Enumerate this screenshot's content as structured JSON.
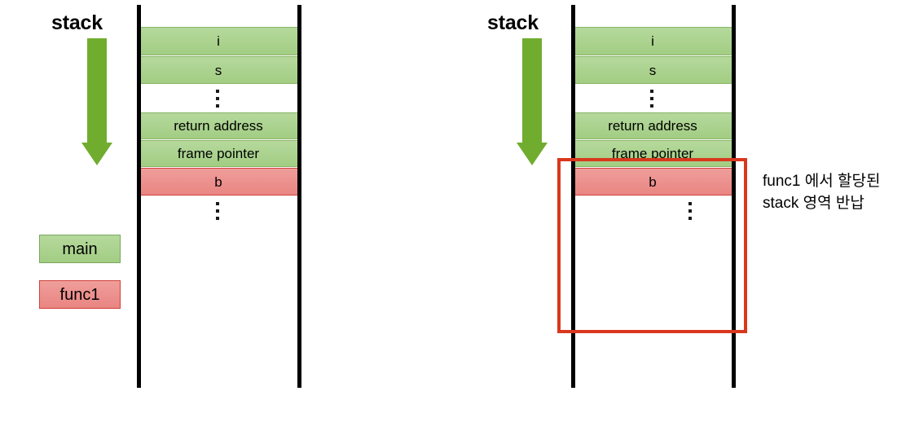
{
  "diagram": {
    "title_left": "stack",
    "title_right": "stack",
    "arrow_icon": "down-arrow-icon",
    "ellipsis_icon": "vertical-ellipsis-icon",
    "colors": {
      "green_fill": "#a9d18e",
      "green_border": "#87b564",
      "red_fill": "#ea8f8c",
      "red_border": "#d1413c",
      "arrow_green": "#70ad2f",
      "highlight_red": "#d9381e",
      "rail_black": "#000000"
    }
  },
  "left_stack": {
    "name": "before-return",
    "cells": [
      {
        "label": "i",
        "owner": "main",
        "color": "green",
        "spellcheck_underline": true
      },
      {
        "label": "s",
        "owner": "main",
        "color": "green",
        "spellcheck_underline": false
      },
      {
        "label": "",
        "owner": "gap",
        "color": "none",
        "spellcheck_underline": false
      },
      {
        "label": "return address",
        "owner": "main",
        "color": "green",
        "spellcheck_underline": false
      },
      {
        "label": "frame pointer",
        "owner": "main",
        "color": "green",
        "spellcheck_underline": false
      },
      {
        "label": "b",
        "owner": "func1",
        "color": "red",
        "spellcheck_underline": false
      }
    ]
  },
  "right_stack": {
    "name": "after-return",
    "cells": [
      {
        "label": "i",
        "owner": "main",
        "color": "green",
        "spellcheck_underline": true
      },
      {
        "label": "s",
        "owner": "main",
        "color": "green",
        "spellcheck_underline": false
      },
      {
        "label": "",
        "owner": "gap",
        "color": "none",
        "spellcheck_underline": false
      },
      {
        "label": "return address",
        "owner": "main",
        "color": "green",
        "spellcheck_underline": false
      },
      {
        "label": "frame pointer",
        "owner": "main",
        "color": "green",
        "spellcheck_underline": false
      },
      {
        "label": "b",
        "owner": "func1",
        "color": "red",
        "spellcheck_underline": false
      }
    ],
    "annotation": "func1 에서 할당된\nstack 영역 반납"
  },
  "legend": {
    "items": [
      {
        "label": "main",
        "color": "green"
      },
      {
        "label": "func1",
        "color": "red"
      }
    ]
  }
}
